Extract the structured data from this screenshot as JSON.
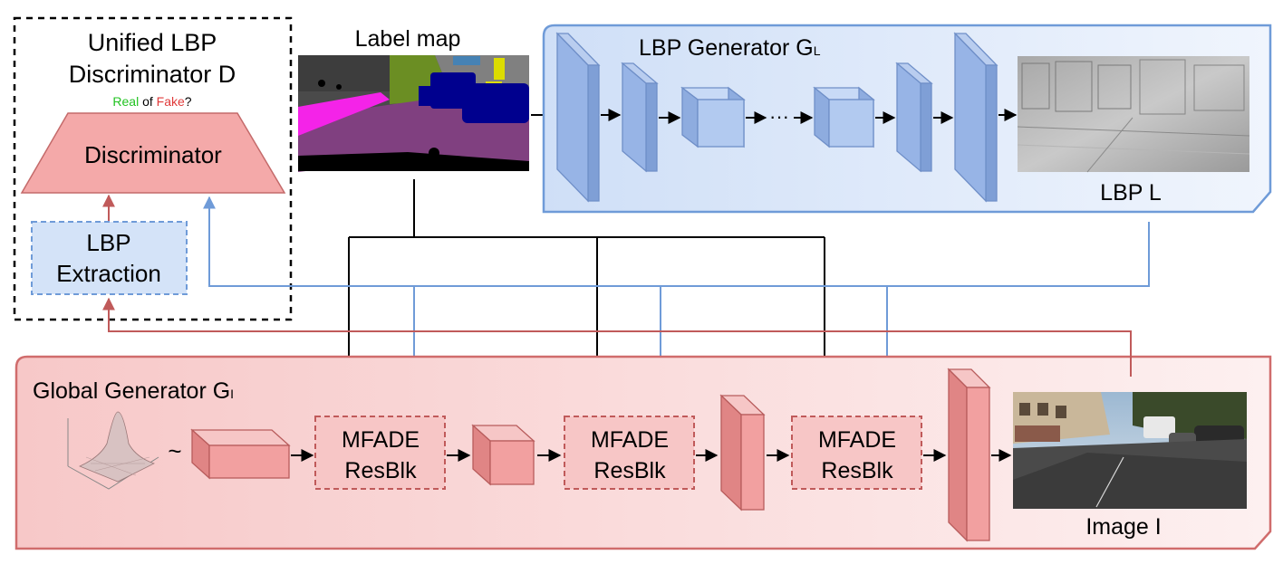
{
  "colors": {
    "blue_panel": "#dce8fa",
    "blue_border": "#6f9bd8",
    "blue_block": "#93b3e6",
    "red_panel": "#f9dcdc",
    "red_border": "#d06c6c",
    "red_block": "#f0a3a3",
    "black_arrow": "#000000",
    "blue_arrow": "#6f9bd8",
    "red_arrow": "#c05a5a",
    "real": "#22c322",
    "fake": "#e03a3a"
  },
  "discriminator_panel": {
    "title_line1": "Unified LBP",
    "title_line2": "Discriminator D",
    "question_real": "Real",
    "question_of": " of ",
    "question_fake": "Fake",
    "question_mark": "?",
    "discriminator_label": "Discriminator",
    "lbp_line1": "LBP",
    "lbp_line2": "Extraction"
  },
  "label_map": {
    "title": "Label map"
  },
  "lbp_generator": {
    "title": "LBP Generator G",
    "title_sub": "L",
    "ellipsis": "···",
    "output_label": "LBP L"
  },
  "global_generator": {
    "title": "Global Generator G",
    "title_sub": "I",
    "tilde": "~",
    "mfade_blocks": [
      {
        "line1": "MFADE",
        "line2": "ResBlk"
      },
      {
        "line1": "MFADE",
        "line2": "ResBlk"
      },
      {
        "line1": "MFADE",
        "line2": "ResBlk"
      }
    ],
    "output_label": "Image I"
  }
}
